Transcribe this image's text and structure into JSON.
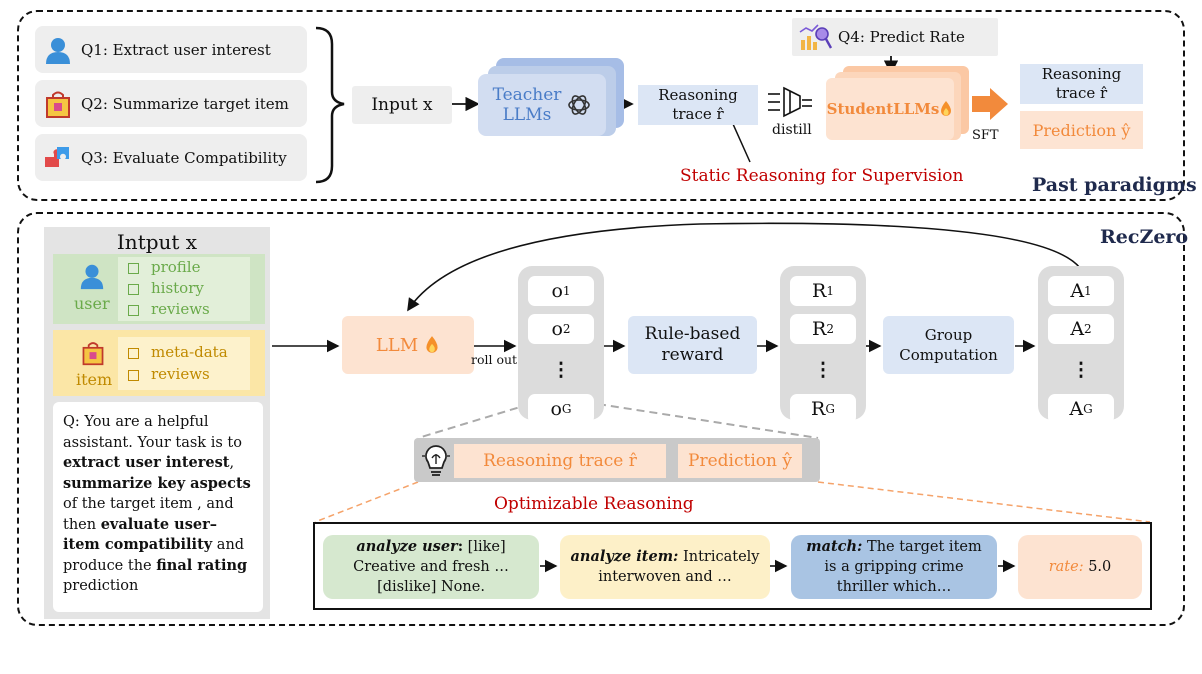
{
  "top": {
    "questions": [
      {
        "icon": "user-icon",
        "label": "Q1: Extract user interest"
      },
      {
        "icon": "shopping-bag-icon",
        "label": "Q2: Summarize target item"
      },
      {
        "icon": "puzzle-icon",
        "label": "Q3: Evaluate Compatibility"
      }
    ],
    "input": "Input x",
    "teacher": "Teacher LLMs",
    "trace": "Reasoning trace r̂",
    "distill": "distill",
    "q4": "Q4: Predict Rate",
    "student": "StudentLLMs",
    "sft": "SFT",
    "out_trace": "Reasoning trace r̂",
    "out_pred": "Prediction ŷ",
    "static_caption": "Static Reasoning for Supervision",
    "past_label": "Past paradigms"
  },
  "bottom": {
    "title": "RecZero",
    "input_title": "Intput x",
    "user_label": "user",
    "user_items": [
      "profile",
      "history",
      "reviews"
    ],
    "item_label": "item",
    "item_items": [
      "meta-data",
      "reviews"
    ],
    "prompt_parts": [
      {
        "t": "Q: You are a helpful assistant. Your task is to ",
        "b": false
      },
      {
        "t": "extract user interest",
        "b": true
      },
      {
        "t": ", ",
        "b": false
      },
      {
        "t": "summarize key aspects",
        "b": true
      },
      {
        "t": " of the target item , and then ",
        "b": false
      },
      {
        "t": "evaluate user–item compatibility",
        "b": true
      },
      {
        "t": " and produce the ",
        "b": false
      },
      {
        "t": "final rating",
        "b": true
      },
      {
        "t": " prediction",
        "b": false
      }
    ],
    "llm": "LLM",
    "rollout": "roll out",
    "outputs": [
      "o1",
      "o2",
      "⋮",
      "oG"
    ],
    "reward": "Rule-based reward",
    "rewards": [
      "R1",
      "R2",
      "⋮",
      "RG"
    ],
    "group": "Group Computation",
    "advantages": [
      "A1",
      "A2",
      "⋮",
      "AG"
    ],
    "trace": "Reasoning trace r̂",
    "pred": "Prediction ŷ",
    "opt_caption": "Optimizable Reasoning",
    "steps": [
      {
        "key": "analyze user",
        "text": "[like] Creative and fresh …[dislike] None."
      },
      {
        "key": "analyze item:",
        "text": "Intricately interwoven and …"
      },
      {
        "key": "match:",
        "text": "The target item is a gripping crime thriller which…"
      },
      {
        "key": "rate:",
        "text": "5.0"
      }
    ]
  },
  "colors": {
    "blue": "#4a7cc7",
    "orange": "#f28a3c",
    "red": "#c00000",
    "navy": "#1f2a4d",
    "green": "#6aaa4a",
    "gold": "#c08a00"
  }
}
